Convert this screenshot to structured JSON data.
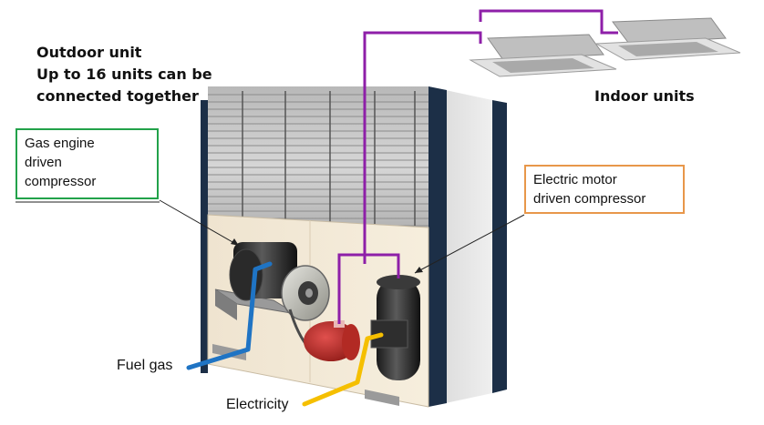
{
  "outdoor_unit": {
    "title_lines": [
      "Outdoor unit",
      "Up to 16 units can be",
      "connected together"
    ]
  },
  "indoor_units": {
    "label": "Indoor units"
  },
  "callouts": {
    "gas_engine": {
      "lines": [
        "Gas engine",
        "driven",
        "compressor"
      ],
      "border_color": "#22a24a"
    },
    "electric_motor": {
      "lines": [
        "Electric motor",
        "driven compressor"
      ],
      "border_color": "#e8974a"
    }
  },
  "inputs": {
    "fuel_gas": {
      "label": "Fuel gas",
      "color": "#1f74c4"
    },
    "electricity": {
      "label": "Electricity",
      "color": "#f5bf00"
    }
  },
  "refrigerant_pipe_color": "#8e1fa8",
  "icons": [
    "cassette-indoor-unit-icon",
    "gas-engine-icon",
    "electric-compressor-icon",
    "electric-motor-icon"
  ]
}
